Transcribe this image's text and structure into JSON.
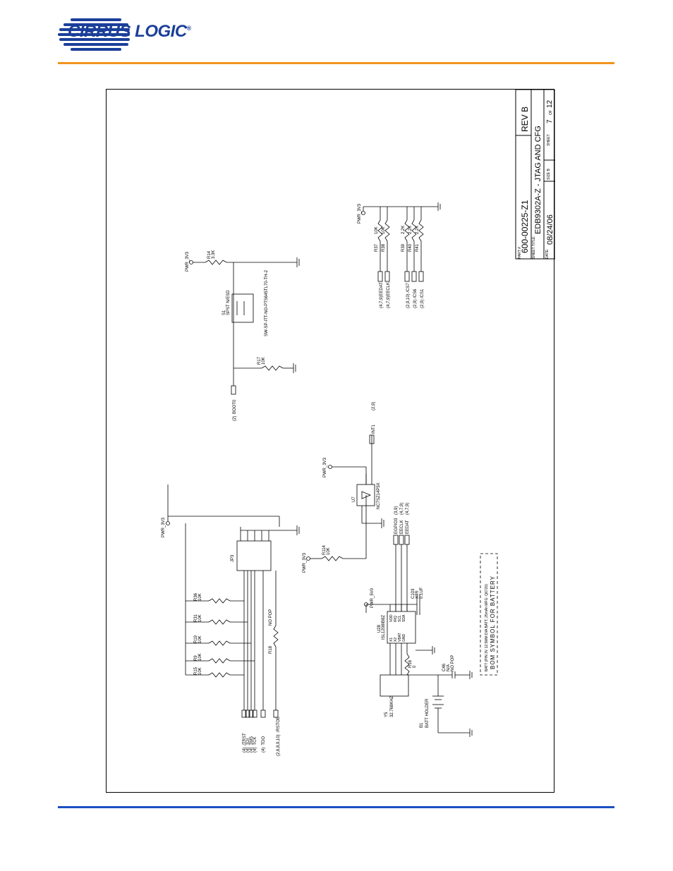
{
  "header": {
    "brand_name": "CIRRUS LOGIC",
    "registered_mark": "®",
    "colors": {
      "brand_blue": "#1b3f9a",
      "accent_orange": "#f0941d",
      "footer_blue": "#1b4fc4"
    }
  },
  "title_block": {
    "part_label": "PART #",
    "part_number": "600-00225-Z1",
    "rev": "REV B",
    "sheet_title_label": "SHEET TITLE:",
    "sheet_title": "EDB9302A-Z - JTAG AND CFG",
    "date_label": "DATE:",
    "date": "08/24/06",
    "size_label": "SIZE B",
    "sheet_label": "SHEET",
    "sheet_num": "7",
    "of_label": "OF",
    "sheet_total": "12"
  },
  "jtag": {
    "power": "PWR_3V3",
    "connector": "JP3",
    "resistors": [
      {
        "ref": "R36",
        "value": "10K"
      },
      {
        "ref": "R31",
        "value": "10K"
      },
      {
        "ref": "R19",
        "value": "10K"
      },
      {
        "ref": "R9",
        "value": "10K"
      },
      {
        "ref": "R15",
        "value": "10K"
      },
      {
        "ref": "R18",
        "value": "NO POP"
      }
    ],
    "signals": [
      {
        "ref": "(4)",
        "name": "/TRST"
      },
      {
        "ref": "(4)",
        "name": "TDI"
      },
      {
        "ref": "(4)",
        "name": "TMS"
      },
      {
        "ref": "(4)",
        "name": "TCK"
      },
      {
        "ref": "(4)",
        "name": "TDO"
      },
      {
        "ref": "(2,6,8,9,10)",
        "name": "/RSTOE"
      }
    ]
  },
  "rtc": {
    "u28_ref": "U28",
    "u28_part": "ISL1208IB8Z",
    "u28_pins": [
      "X1",
      "X2",
      "VBAT",
      "GND",
      "VDD",
      "IRQ",
      "SCL",
      "SDA"
    ],
    "crystal_ref": "Y5",
    "crystal_value": "32.768KHZ",
    "battery_ref": "B1",
    "battery_value": "BATT HOLDER",
    "r16": {
      "ref": "R16",
      "value": "0"
    },
    "c46": {
      "ref": "C46",
      "value": "N/A",
      "note": "NO POP"
    },
    "c103": {
      "ref": "C103",
      "value": "X7R",
      "value2": "0.1UF"
    },
    "power_5v": "PWR_5V0",
    "bus_signals": [
      {
        "name": "EGPIO3",
        "ref": "(3,9)"
      },
      {
        "name": "EECLK",
        "ref": "(4,7,9)"
      },
      {
        "name": "EEDAT",
        "ref": "(4,7,9)"
      }
    ],
    "note_line1": "BATT (P/N 3V 12.5MM DIA BATT, 25mAh MFG: Q6720)",
    "note_line2": "BOM SYMBOL FOR BATTERY"
  },
  "inverter": {
    "ref": "U7",
    "part": "NC7SZ14P5X",
    "pullup": {
      "ref": "R114",
      "value": "10K"
    },
    "power": "PWR_3V3",
    "output": "INT1",
    "output_ref": "(2,9)"
  },
  "boot": {
    "switch_ref": "S1",
    "switch_desc": "SPST N/ESD",
    "switch_part": "SW-SP-ITT-NO-PTS645TL70-TH-2",
    "r14": {
      "ref": "R14",
      "value": "3.3K"
    },
    "r17": {
      "ref": "R17",
      "value": "10K"
    },
    "power": "PWR_3V3",
    "signal": "BOOT0",
    "signal_ref": "(2)"
  },
  "config": {
    "power": "PWR_3V3",
    "items": [
      {
        "ref": "R37",
        "value": "10K",
        "signal": "(4,7,9)EEDAT"
      },
      {
        "ref": "R38",
        "value": "10K",
        "signal": "(4,7,9)EECLK"
      },
      {
        "ref": "R39",
        "value": "2.2K",
        "signal": "(2,9,10) /CS7"
      },
      {
        "ref": "R40",
        "value": "2.2K",
        "signal": "(2,9) /CS6"
      },
      {
        "ref": "R41",
        "value": "2.2K",
        "signal": "(2,9) /CS1"
      }
    ]
  }
}
